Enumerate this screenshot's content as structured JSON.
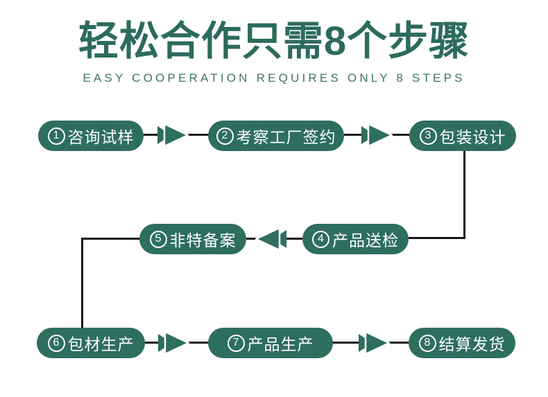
{
  "header": {
    "title": "轻松合作只需8个步骤",
    "subtitle": "EASY COOPERATION REQUIRES ONLY 8 STEPS"
  },
  "steps": [
    {
      "num": "1",
      "label": "咨询试样",
      "full": "①咨询试样"
    },
    {
      "num": "2",
      "label": "考察工厂签约",
      "full": "②考察工厂签约"
    },
    {
      "num": "3",
      "label": "包装设计",
      "full": "③包装设计"
    },
    {
      "num": "4",
      "label": "产品送检",
      "full": "④产品送检"
    },
    {
      "num": "5",
      "label": "非特备案",
      "full": "⑤非特备案"
    },
    {
      "num": "6",
      "label": "包材生产",
      "full": "⑥包材生产"
    },
    {
      "num": "7",
      "label": "产品生产",
      "full": "⑦产品生产"
    },
    {
      "num": "8",
      "label": "结算发货",
      "full": "⑧结算发货"
    }
  ],
  "flow_order": "1 → 2 → 3 → 4 → 5 → 6 → 7 → 8",
  "colors": {
    "accent": "#2E6E5F",
    "title": "#2C6B5D",
    "subtitle": "#3C7365",
    "line": "#141414",
    "background": "#FFFFFF",
    "step_text": "#FFFFFF"
  }
}
